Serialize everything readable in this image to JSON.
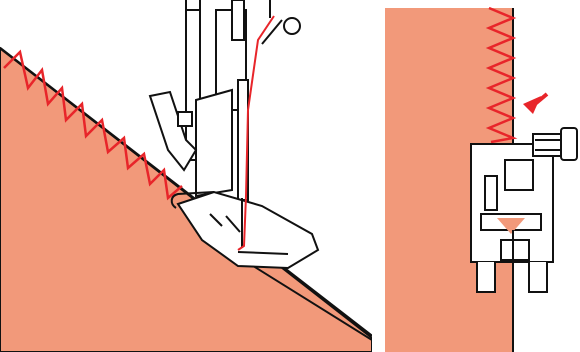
{
  "illustration": {
    "panels": [
      {
        "view": "presser-foot-side-view",
        "stitch": "overcast"
      },
      {
        "view": "presser-foot-front-view",
        "stitch": "overcast",
        "arrow": "press-lever"
      }
    ],
    "colors": {
      "fabric": "#f2997a",
      "thread": "#e8252a",
      "outline": "#111111",
      "metal": "#ffffff"
    }
  }
}
